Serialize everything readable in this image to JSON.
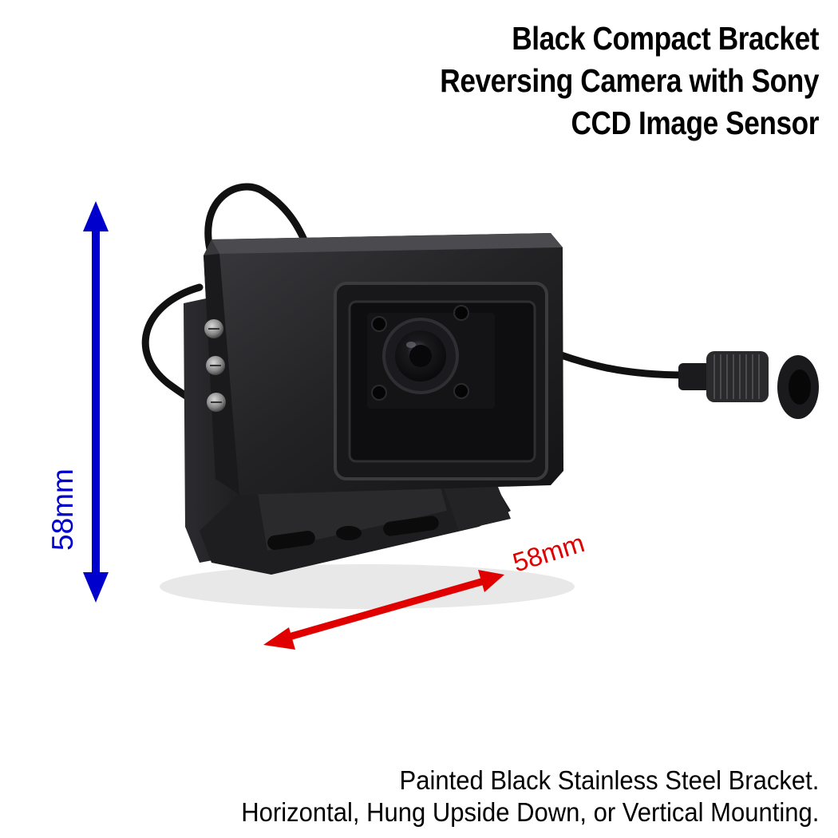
{
  "title": {
    "line1": "Black Compact Bracket",
    "line2": "Reversing Camera with Sony",
    "line3": "CCD Image Sensor"
  },
  "dimensions": {
    "height": "58mm",
    "width": "58mm",
    "height_arrow_color": "#0000cc",
    "width_arrow_color": "#e00000"
  },
  "caption": {
    "line1": "Painted Black Stainless Steel Bracket.",
    "line2": "Horizontal, Hung Upside Down, or Vertical Mounting."
  },
  "product": {
    "image": "camera-photo",
    "body_color": "#1c1c1e"
  }
}
